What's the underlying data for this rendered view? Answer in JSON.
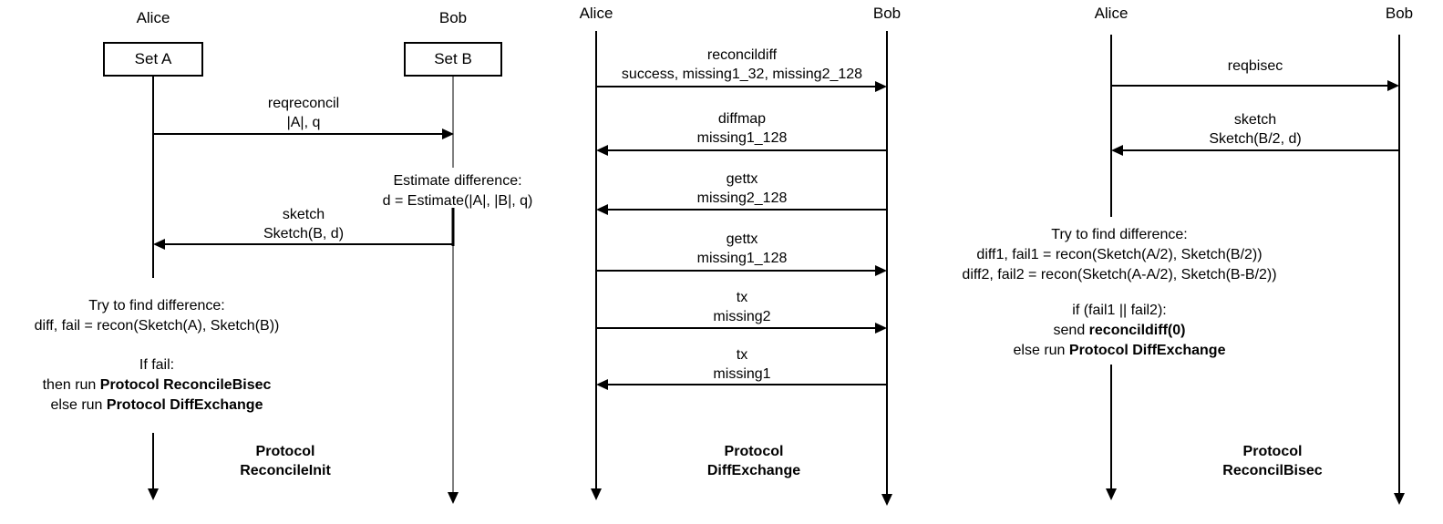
{
  "figure": {
    "type": "sequence-diagrams",
    "panel_count": 3
  },
  "panels": [
    {
      "id": "reconcile-init",
      "actors": {
        "left": "Alice",
        "right": "Bob"
      },
      "boxes": {
        "left": "Set A",
        "right": "Set B"
      },
      "messages": [
        {
          "name": "reqreconcil",
          "payload": "|A|, q",
          "direction": "right"
        },
        {
          "name": "sketch",
          "payload": "Sketch(B, d)",
          "direction": "left"
        }
      ],
      "notes": [
        {
          "id": "estimate",
          "lines": [
            "Estimate difference:",
            "d = Estimate(|A|, |B|, q)"
          ]
        },
        {
          "id": "find-difference",
          "lines": [
            "Try to find difference:",
            "diff, fail = recon(Sketch(A), Sketch(B))"
          ]
        },
        {
          "id": "if-fail",
          "lines": [
            "If fail:",
            "then run Protocol ReconcileBisec",
            "else run Protocol DiffExchange"
          ],
          "bold_segments": [
            "Protocol ReconcileBisec",
            "Protocol DiffExchange"
          ]
        }
      ],
      "caption": {
        "line1": "Protocol",
        "line2": "ReconcileInit"
      }
    },
    {
      "id": "diff-exchange",
      "actors": {
        "left": "Alice",
        "right": "Bob"
      },
      "boxes": {
        "left": "",
        "right": ""
      },
      "messages": [
        {
          "name": "reconcildiff",
          "payload": "success, missing1_32, missing2_128",
          "direction": "right"
        },
        {
          "name": "diffmap",
          "payload": "missing1_128",
          "direction": "left"
        },
        {
          "name": "gettx",
          "payload": "missing2_128",
          "direction": "left"
        },
        {
          "name": "gettx",
          "payload": "missing1_128",
          "direction": "right"
        },
        {
          "name": "tx",
          "payload": "missing2",
          "direction": "right"
        },
        {
          "name": "tx",
          "payload": "missing1",
          "direction": "left"
        }
      ],
      "notes": [],
      "caption": {
        "line1": "Protocol",
        "line2": "DiffExchange"
      }
    },
    {
      "id": "reconcil-bisec",
      "actors": {
        "left": "Alice",
        "right": "Bob"
      },
      "boxes": {
        "left": "",
        "right": ""
      },
      "messages": [
        {
          "name": "reqbisec",
          "payload": "",
          "direction": "right"
        },
        {
          "name": "sketch",
          "payload": "Sketch(B/2, d)",
          "direction": "left"
        }
      ],
      "notes": [
        {
          "id": "find-difference-bisec",
          "lines": [
            "Try to find difference:",
            "diff1, fail1 = recon(Sketch(A/2), Sketch(B/2))",
            "diff2, fail2 = recon(Sketch(A-A/2), Sketch(B-B/2))"
          ]
        },
        {
          "id": "if-fail-bisec",
          "lines": [
            "if (fail1 || fail2):",
            "send reconcildiff(0)",
            "else run Protocol DiffExchange"
          ],
          "bold_segments": [
            "reconcildiff(0)",
            "Protocol DiffExchange"
          ]
        }
      ],
      "caption": {
        "line1": "Protocol",
        "line2": "ReconcilBisec"
      }
    }
  ],
  "colors": {
    "ink": "#000000",
    "background": "#ffffff"
  }
}
